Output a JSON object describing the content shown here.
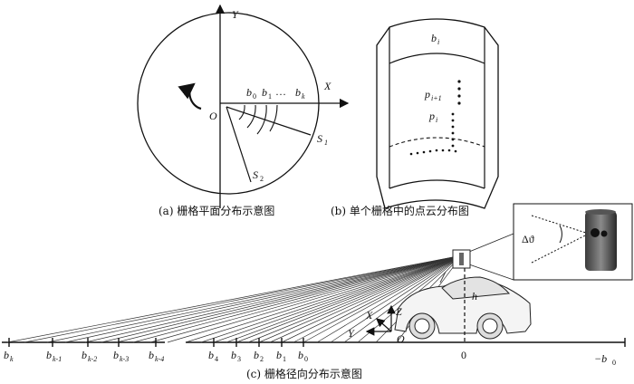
{
  "panel_a": {
    "y_axis": "Y",
    "x_axis": "X",
    "origin": "O",
    "b0": "b",
    "b0_sub": "0",
    "b1": "b",
    "b1_sub": "1",
    "dots": "…",
    "bk": "b",
    "bk_sub": "k",
    "s1": "S",
    "s1_sub": "1",
    "s2": "S",
    "s2_sub": "2",
    "caption": "(a) 栅格平面分布示意图"
  },
  "panel_b": {
    "bi": "b",
    "bi_sub": "i",
    "pi1": "p",
    "pi1_sub": "i+1",
    "pi": "p",
    "pi_sub": "i",
    "caption": "(b) 单个栅格中的点云分布图"
  },
  "panel_c": {
    "bk": "b",
    "bk_sub": "k",
    "bk1": "b",
    "bk1_sub": "k-1",
    "bk2": "b",
    "bk2_sub": "k-2",
    "bk3": "b",
    "bk3_sub": "k-3",
    "bk4": "b",
    "bk4_sub": "k-4",
    "b4": "b",
    "b4_sub": "4",
    "b3": "b",
    "b3_sub": "3",
    "b2": "b",
    "b2_sub": "2",
    "b1": "b",
    "b1_sub": "1",
    "b0": "b",
    "b0_sub": "0",
    "zero": "0",
    "neg_b0": "−b",
    "neg_b0_sub": "0",
    "h": "h",
    "x": "X",
    "y": "Y",
    "z": "Z",
    "o": "O",
    "delta": "Δϑ",
    "caption": "(c) 栅格径向分布示意图"
  }
}
